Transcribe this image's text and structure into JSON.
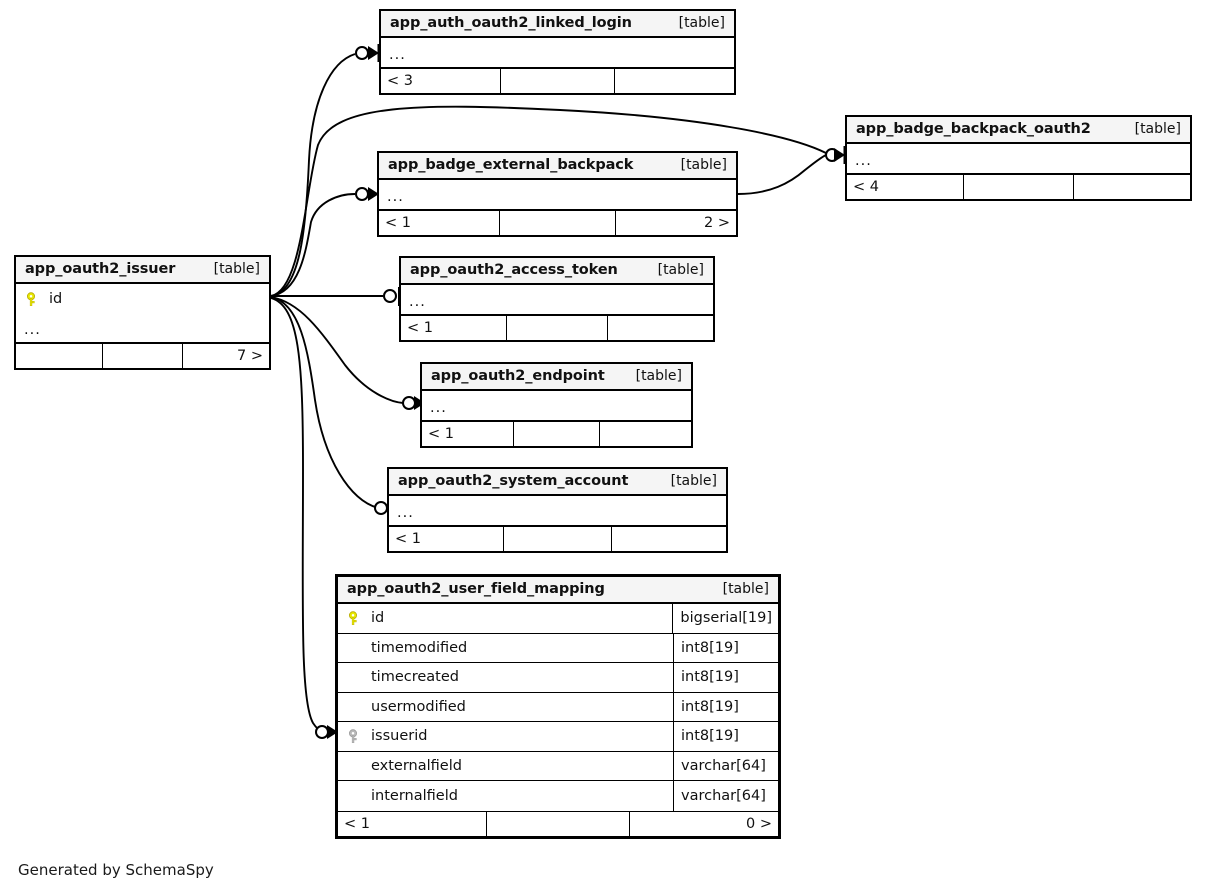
{
  "diagram": {
    "generator_credit": "Generated by SchemaSpy",
    "table_tag": "[table]",
    "ellipsis": "...",
    "colors": {
      "background": "#ffffff",
      "table_border": "#000000",
      "header_fill": "#f5f5f5",
      "primary_key_icon": "#e8e800",
      "foreign_key_icon": "#b0b0b0",
      "edge": "#000000",
      "text": "#111111"
    }
  },
  "tables": [
    {
      "id": "app_auth_oauth2_linked_login",
      "name": "app_auth_oauth2_linked_login",
      "tag": "[table]",
      "collapsed": true,
      "columns_placeholder": "...",
      "footer": {
        "left": "< 3",
        "middle": "",
        "right": ""
      }
    },
    {
      "id": "app_badge_backpack_oauth2",
      "name": "app_badge_backpack_oauth2",
      "tag": "[table]",
      "collapsed": true,
      "columns_placeholder": "...",
      "footer": {
        "left": "< 4",
        "middle": "",
        "right": ""
      }
    },
    {
      "id": "app_badge_external_backpack",
      "name": "app_badge_external_backpack",
      "tag": "[table]",
      "collapsed": true,
      "columns_placeholder": "...",
      "footer": {
        "left": "< 1",
        "middle": "",
        "right": "2 >"
      }
    },
    {
      "id": "app_oauth2_issuer",
      "name": "app_oauth2_issuer",
      "tag": "[table]",
      "collapsed": true,
      "columns_placeholder": "...",
      "key_column": {
        "name": "id",
        "key": "primary"
      },
      "footer": {
        "left": "",
        "middle": "",
        "right": "7 >"
      }
    },
    {
      "id": "app_oauth2_access_token",
      "name": "app_oauth2_access_token",
      "tag": "[table]",
      "collapsed": true,
      "columns_placeholder": "...",
      "footer": {
        "left": "< 1",
        "middle": "",
        "right": ""
      }
    },
    {
      "id": "app_oauth2_endpoint",
      "name": "app_oauth2_endpoint",
      "tag": "[table]",
      "collapsed": true,
      "columns_placeholder": "...",
      "footer": {
        "left": "< 1",
        "middle": "",
        "right": ""
      }
    },
    {
      "id": "app_oauth2_system_account",
      "name": "app_oauth2_system_account",
      "tag": "[table]",
      "collapsed": true,
      "columns_placeholder": "...",
      "footer": {
        "left": "< 1",
        "middle": "",
        "right": ""
      }
    },
    {
      "id": "app_oauth2_user_field_mapping",
      "name": "app_oauth2_user_field_mapping",
      "tag": "[table]",
      "collapsed": false,
      "emphasis": true,
      "columns": [
        {
          "name": "id",
          "type": "bigserial[19]",
          "key": "primary"
        },
        {
          "name": "timemodified",
          "type": "int8[19]",
          "key": "none"
        },
        {
          "name": "timecreated",
          "type": "int8[19]",
          "key": "none"
        },
        {
          "name": "usermodified",
          "type": "int8[19]",
          "key": "none"
        },
        {
          "name": "issuerid",
          "type": "int8[19]",
          "key": "foreign"
        },
        {
          "name": "externalfield",
          "type": "varchar[64]",
          "key": "none"
        },
        {
          "name": "internalfield",
          "type": "varchar[64]",
          "key": "none"
        }
      ],
      "footer": {
        "left": "< 1",
        "middle": "",
        "right": "0 >"
      }
    }
  ],
  "relationships": [
    {
      "from": "app_oauth2_issuer",
      "to": "app_auth_oauth2_linked_login",
      "cardinality": "zero-or-many"
    },
    {
      "from": "app_oauth2_issuer",
      "to": "app_badge_backpack_oauth2",
      "cardinality": "zero-or-many"
    },
    {
      "from": "app_oauth2_issuer",
      "to": "app_badge_external_backpack",
      "cardinality": "zero-or-many"
    },
    {
      "from": "app_oauth2_issuer",
      "to": "app_oauth2_access_token",
      "cardinality": "zero-or-one"
    },
    {
      "from": "app_oauth2_issuer",
      "to": "app_oauth2_endpoint",
      "cardinality": "zero-or-many"
    },
    {
      "from": "app_oauth2_issuer",
      "to": "app_oauth2_system_account",
      "cardinality": "zero-or-one"
    },
    {
      "from": "app_oauth2_issuer",
      "to": "app_oauth2_user_field_mapping",
      "cardinality": "zero-or-many"
    },
    {
      "from": "app_badge_external_backpack",
      "to": "app_badge_backpack_oauth2",
      "cardinality": "zero-or-many"
    }
  ]
}
